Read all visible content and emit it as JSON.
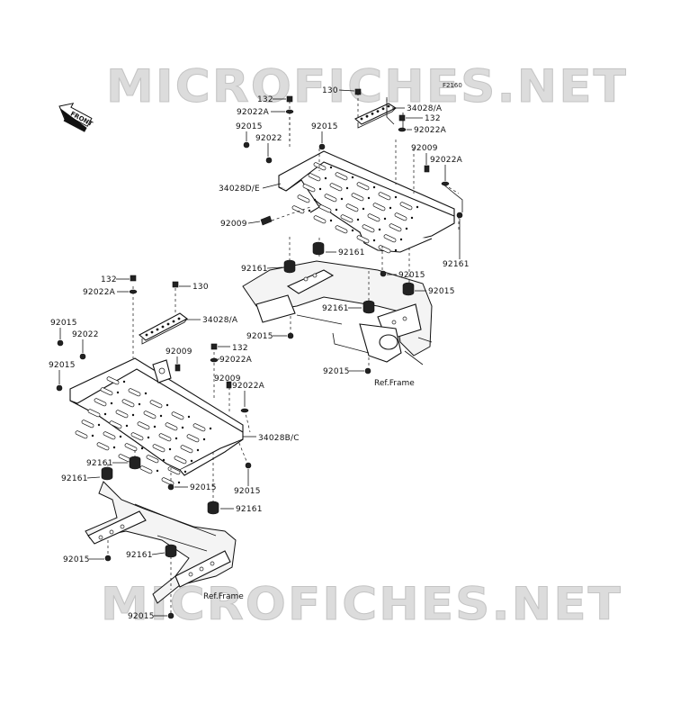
{
  "watermark": "MICROFICHES.NET",
  "diagram_code": "F2160",
  "front_label": "FRONT",
  "labels": [
    {
      "id": "l1",
      "text": "130"
    },
    {
      "id": "l2",
      "text": "132"
    },
    {
      "id": "l3",
      "text": "92022A"
    },
    {
      "id": "l4",
      "text": "92015"
    },
    {
      "id": "l5",
      "text": "92022"
    },
    {
      "id": "l6",
      "text": "92015"
    },
    {
      "id": "l7",
      "text": "34028/A"
    },
    {
      "id": "l8",
      "text": "132"
    },
    {
      "id": "l9",
      "text": "92022A"
    },
    {
      "id": "l10",
      "text": "92009"
    },
    {
      "id": "l11",
      "text": "92022A"
    },
    {
      "id": "l12",
      "text": "34028D/E"
    },
    {
      "id": "l13",
      "text": "92009"
    },
    {
      "id": "l14",
      "text": "92161"
    },
    {
      "id": "l15",
      "text": "92161"
    },
    {
      "id": "l16",
      "text": "92015"
    },
    {
      "id": "l17",
      "text": "92015"
    },
    {
      "id": "l18",
      "text": "92161"
    },
    {
      "id": "l19",
      "text": "92161"
    },
    {
      "id": "l20",
      "text": "92015"
    },
    {
      "id": "l21",
      "text": "92015"
    },
    {
      "id": "l22",
      "text": "Ref.Frame"
    },
    {
      "id": "l23",
      "text": "132"
    },
    {
      "id": "l24",
      "text": "130"
    },
    {
      "id": "l25",
      "text": "92022A"
    },
    {
      "id": "l26",
      "text": "92015"
    },
    {
      "id": "l27",
      "text": "34028/A"
    },
    {
      "id": "l28",
      "text": "92022"
    },
    {
      "id": "l29",
      "text": "92015"
    },
    {
      "id": "l30",
      "text": "92009"
    },
    {
      "id": "l31",
      "text": "132"
    },
    {
      "id": "l32",
      "text": "92022A"
    },
    {
      "id": "l33",
      "text": "92009"
    },
    {
      "id": "l34",
      "text": "92022A"
    },
    {
      "id": "l35",
      "text": "34028B/C"
    },
    {
      "id": "l36",
      "text": "92161"
    },
    {
      "id": "l37",
      "text": "92161"
    },
    {
      "id": "l38",
      "text": "92015"
    },
    {
      "id": "l39",
      "text": "92015"
    },
    {
      "id": "l40",
      "text": "92161"
    },
    {
      "id": "l41",
      "text": "92161"
    },
    {
      "id": "l42",
      "text": "92015"
    },
    {
      "id": "l43",
      "text": "Ref.Frame"
    },
    {
      "id": "l44",
      "text": "92015"
    }
  ]
}
